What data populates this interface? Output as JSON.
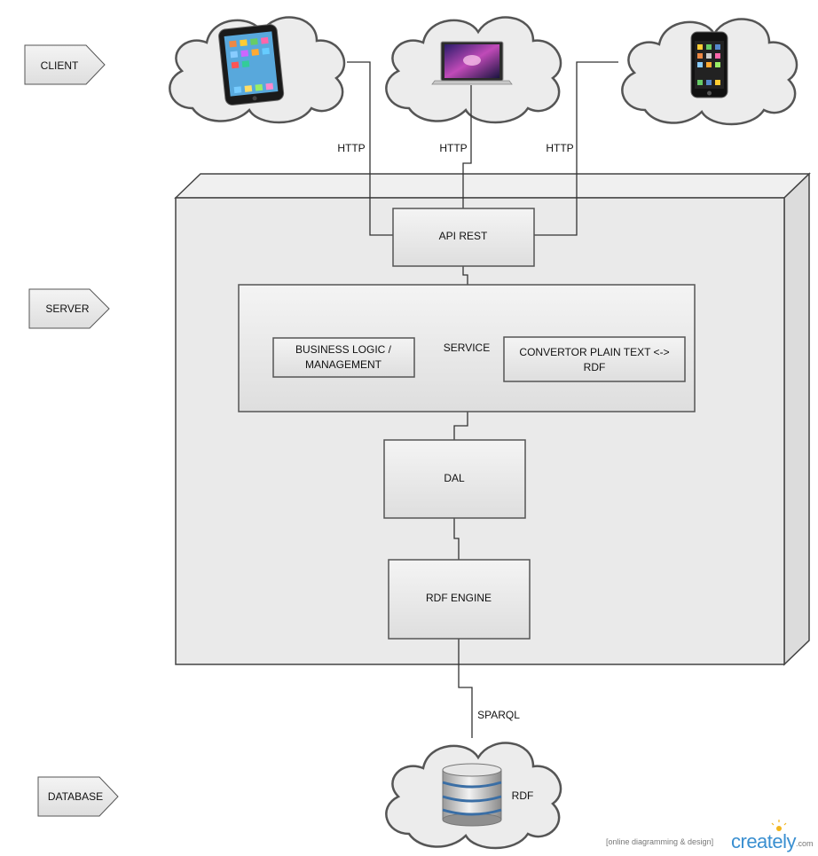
{
  "tiers": {
    "client": "CLIENT",
    "server": "SERVER",
    "database": "DATABASE"
  },
  "links": {
    "http_left": "HTTP",
    "http_center": "HTTP",
    "http_right": "HTTP",
    "sparql": "SPARQL"
  },
  "components": {
    "api_rest": "API REST",
    "service": "SERVICE",
    "business_logic_line1": "BUSINESS LOGIC /",
    "business_logic_line2": "MANAGEMENT",
    "convertor_line1": "CONVERTOR PLAIN TEXT <->",
    "convertor_line2": "RDF",
    "dal": "DAL",
    "rdf_engine": "RDF ENGINE"
  },
  "database": {
    "label": "RDF"
  },
  "devices": {
    "left_cloud": "tablet-icon",
    "center_cloud": "laptop-icon",
    "right_cloud": "phone-icon",
    "db_cloud": "database-icon"
  },
  "watermark": {
    "tagline": "[online diagramming & design]",
    "brand": "creately",
    "tld": ".com"
  },
  "colors": {
    "box_fill": "#e8e8e8",
    "stroke": "#444444",
    "db_blue": "#3a6ea5",
    "brand_blue": "#3a8fd0"
  }
}
